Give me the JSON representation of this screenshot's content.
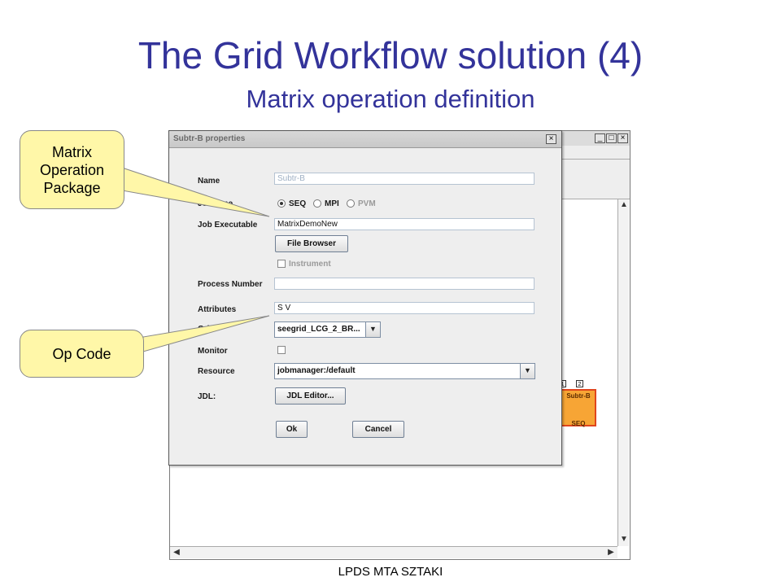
{
  "slide": {
    "title": "The Grid Workflow solution (4)",
    "subtitle": "Matrix operation definition",
    "footer": "LPDS MTA SZTAKI"
  },
  "editor": {
    "job_node": {
      "name": "Subtr-B",
      "type": "SEQ",
      "ports": [
        "1",
        "2"
      ]
    }
  },
  "dialog": {
    "title": "Subtr-B properties",
    "name_label": "Name",
    "name_value": "Subtr-B",
    "job_type_label": "Job Type",
    "job_type_options": [
      "SEQ",
      "MPI",
      "PVM"
    ],
    "job_type_selected": "SEQ",
    "job_executable_label": "Job Executable",
    "job_executable_value": "MatrixDemoNew",
    "file_browser_button": "File Browser",
    "instrument_label": "Instrument",
    "process_number_label": "Process Number",
    "process_number_value": "",
    "attributes_label": "Attributes",
    "attributes_value": "S V",
    "grid_label": "Grid",
    "grid_value": "seegrid_LCG_2_BR...",
    "monitor_label": "Monitor",
    "resource_label": "Resource",
    "resource_value": "jobmanager:/default",
    "jdl_label": "JDL:",
    "jdl_editor_button": "JDL Editor...",
    "ok_button": "Ok",
    "cancel_button": "Cancel"
  },
  "callouts": {
    "matrix_package": "Matrix Operation Package",
    "op_code": "Op Code"
  },
  "colors": {
    "title": "#33339a",
    "callout_fill": "#fff7a8",
    "job_node_fill": "#f7a535",
    "job_node_border": "#e0451c"
  }
}
